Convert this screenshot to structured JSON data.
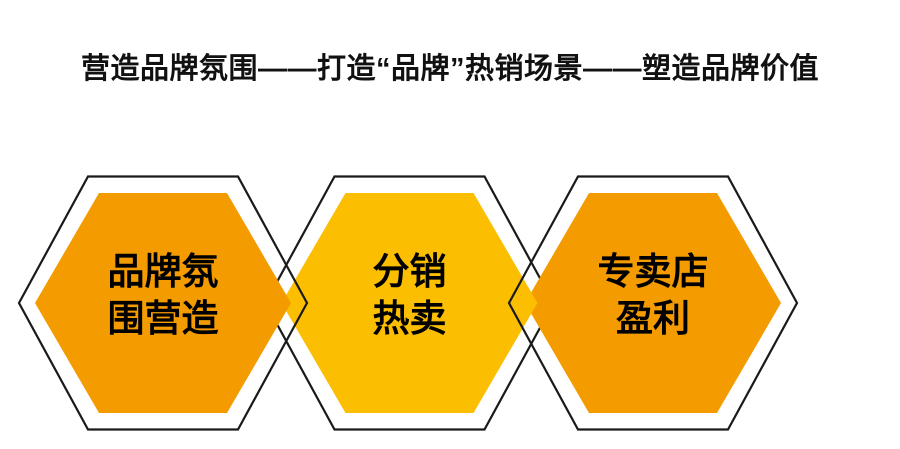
{
  "title": "营造品牌氛围——打造“品牌”热销场景——塑造品牌价值",
  "hexagons": [
    {
      "id": "brand-atmosphere",
      "line1": "品牌氛",
      "line2": "围营造",
      "fill": "#F49B00"
    },
    {
      "id": "distribution-hot-sale",
      "line1": "分销",
      "line2": "热卖",
      "fill": "#FBBE00"
    },
    {
      "id": "store-profit",
      "line1": "专卖店",
      "line2": "盈利",
      "fill": "#F49B00"
    }
  ],
  "colors": {
    "outline": "#1a1a1a",
    "background": "#ffffff",
    "text": "#000000"
  }
}
